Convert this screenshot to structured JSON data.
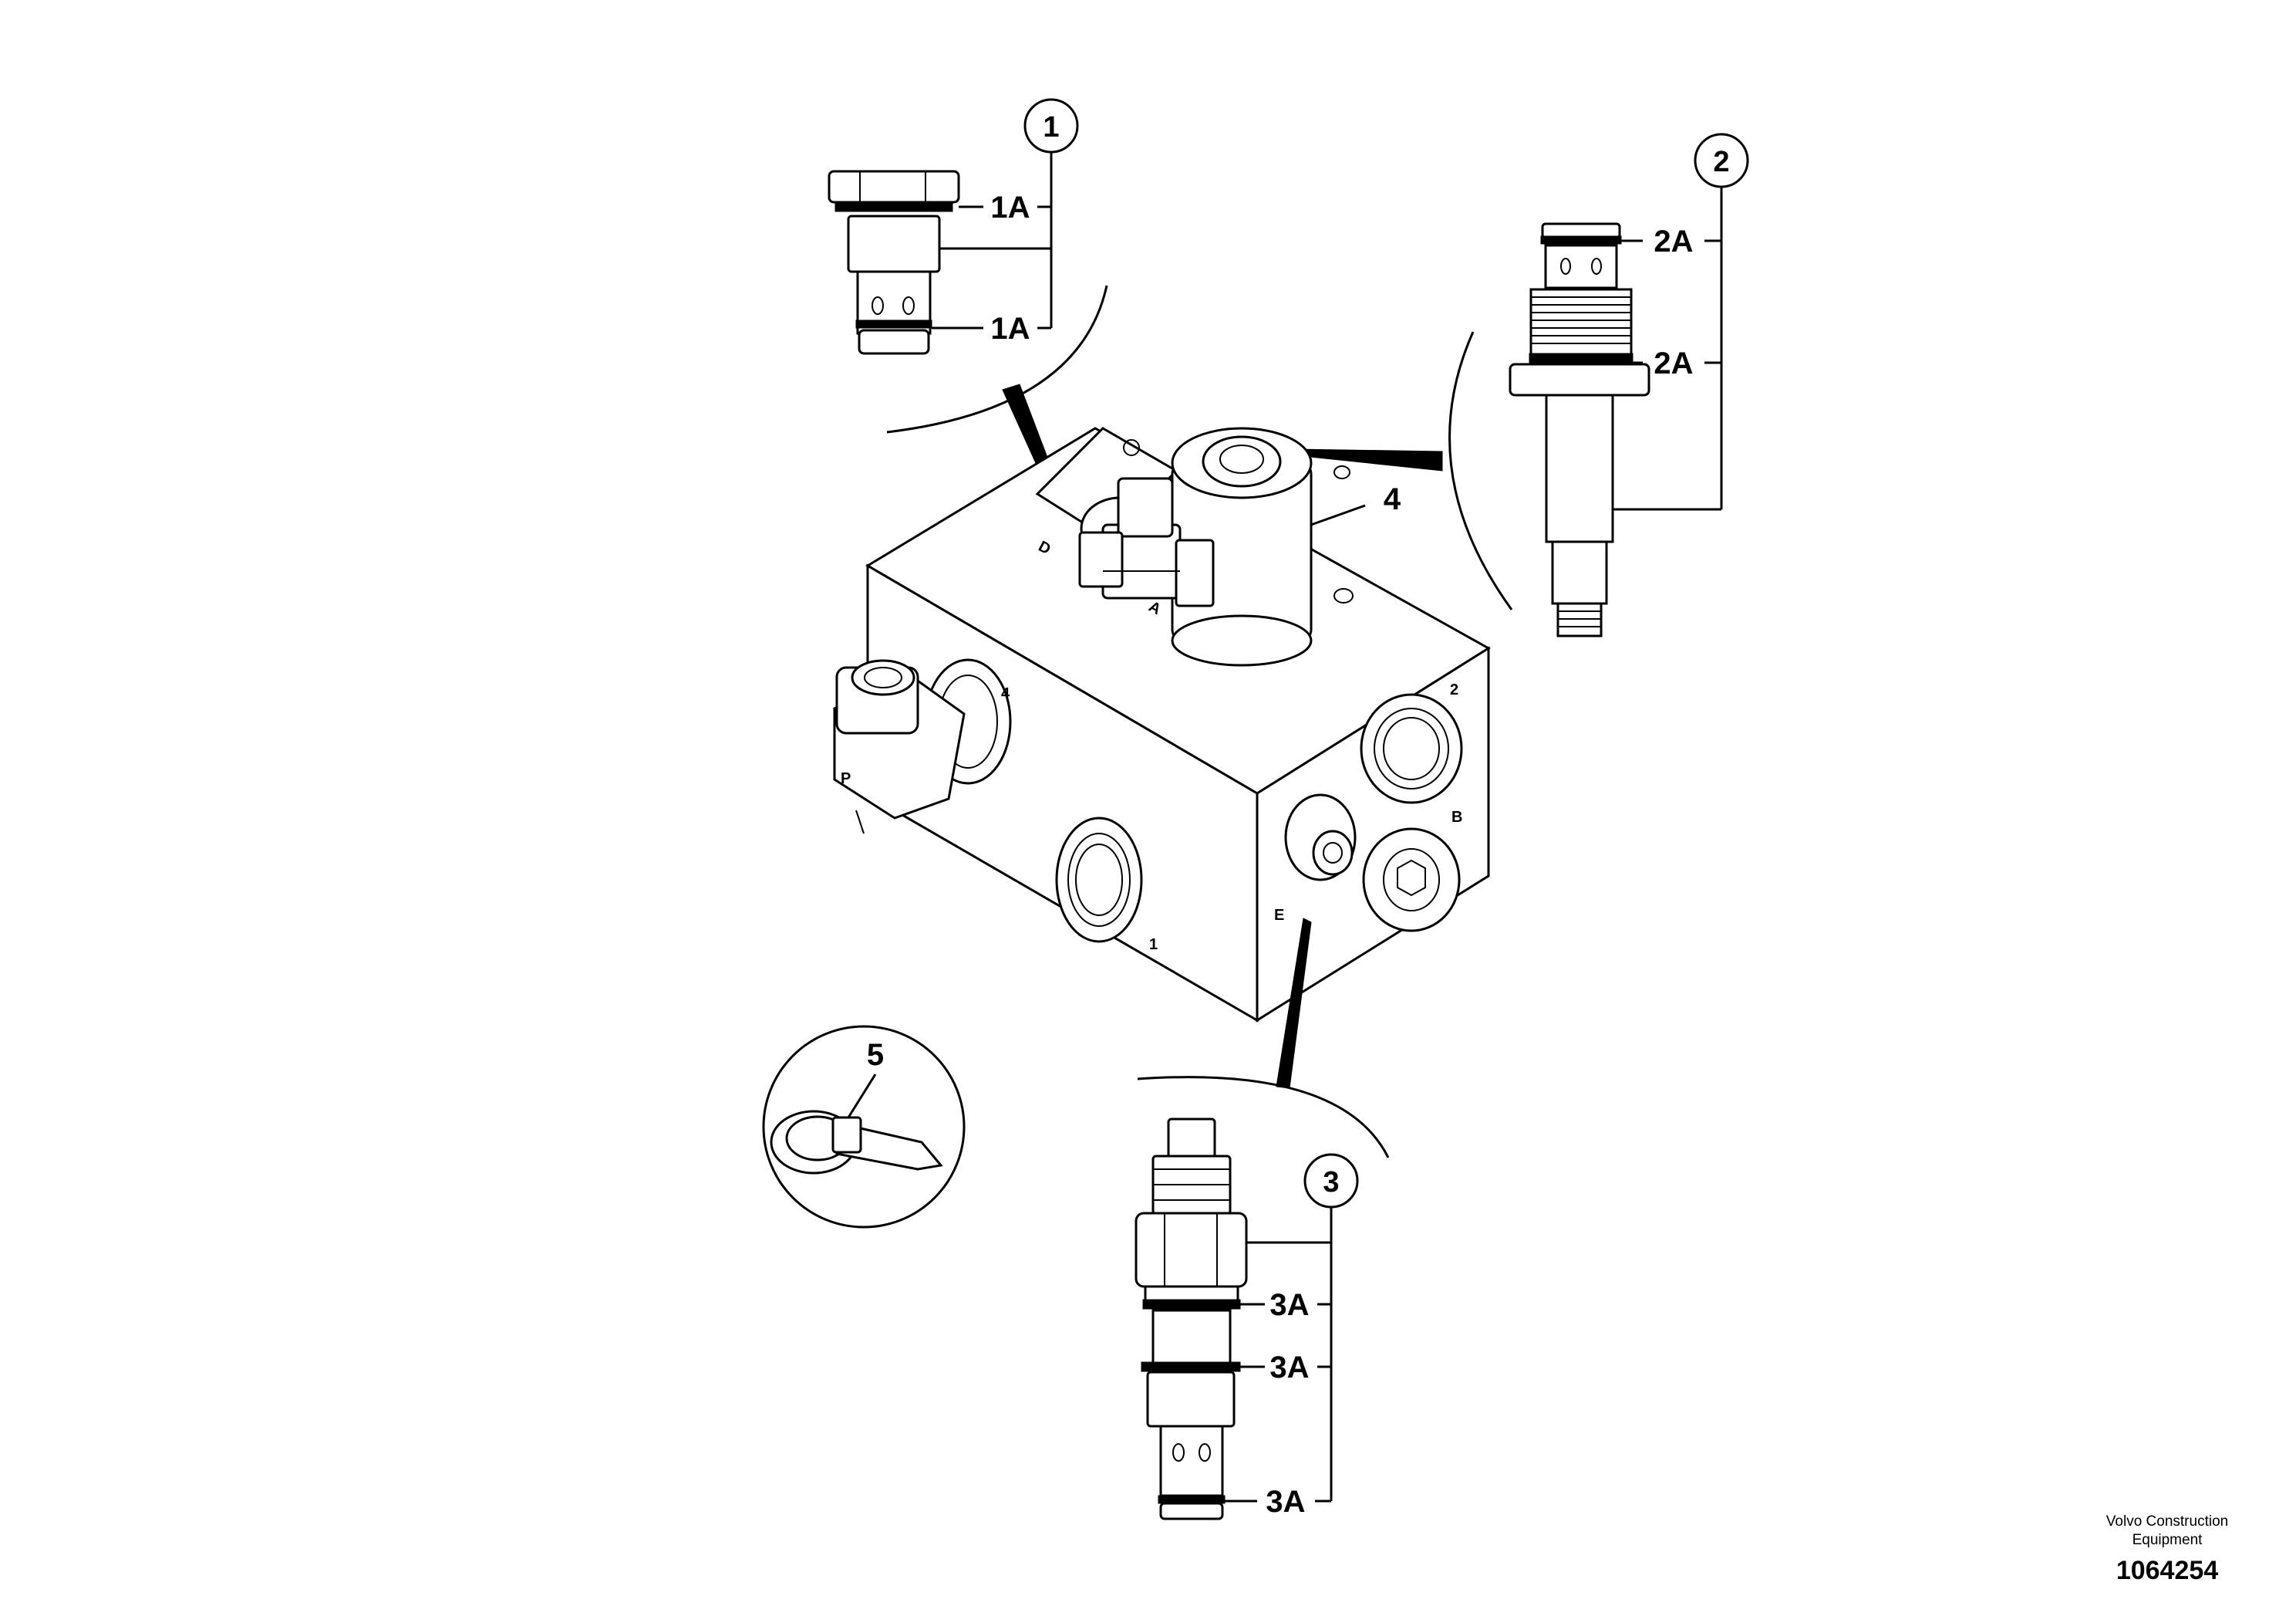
{
  "callouts": {
    "c1": "1",
    "c2": "2",
    "c3": "3",
    "c4": "4",
    "c5": "5",
    "c1a_top": "1A",
    "c1a_bot": "1A",
    "c2a_top": "2A",
    "c2a_bot": "2A",
    "c3a_1": "3A",
    "c3a_2": "3A",
    "c3a_3": "3A"
  },
  "ports": {
    "d": "D",
    "a": "A",
    "p4": "4",
    "p2": "2",
    "b": "B",
    "e": "E",
    "p1": "1",
    "p": "P"
  },
  "footer": {
    "brand_line1": "Volvo Construction",
    "brand_line2": "Equipment",
    "doc_number": "1064254"
  }
}
